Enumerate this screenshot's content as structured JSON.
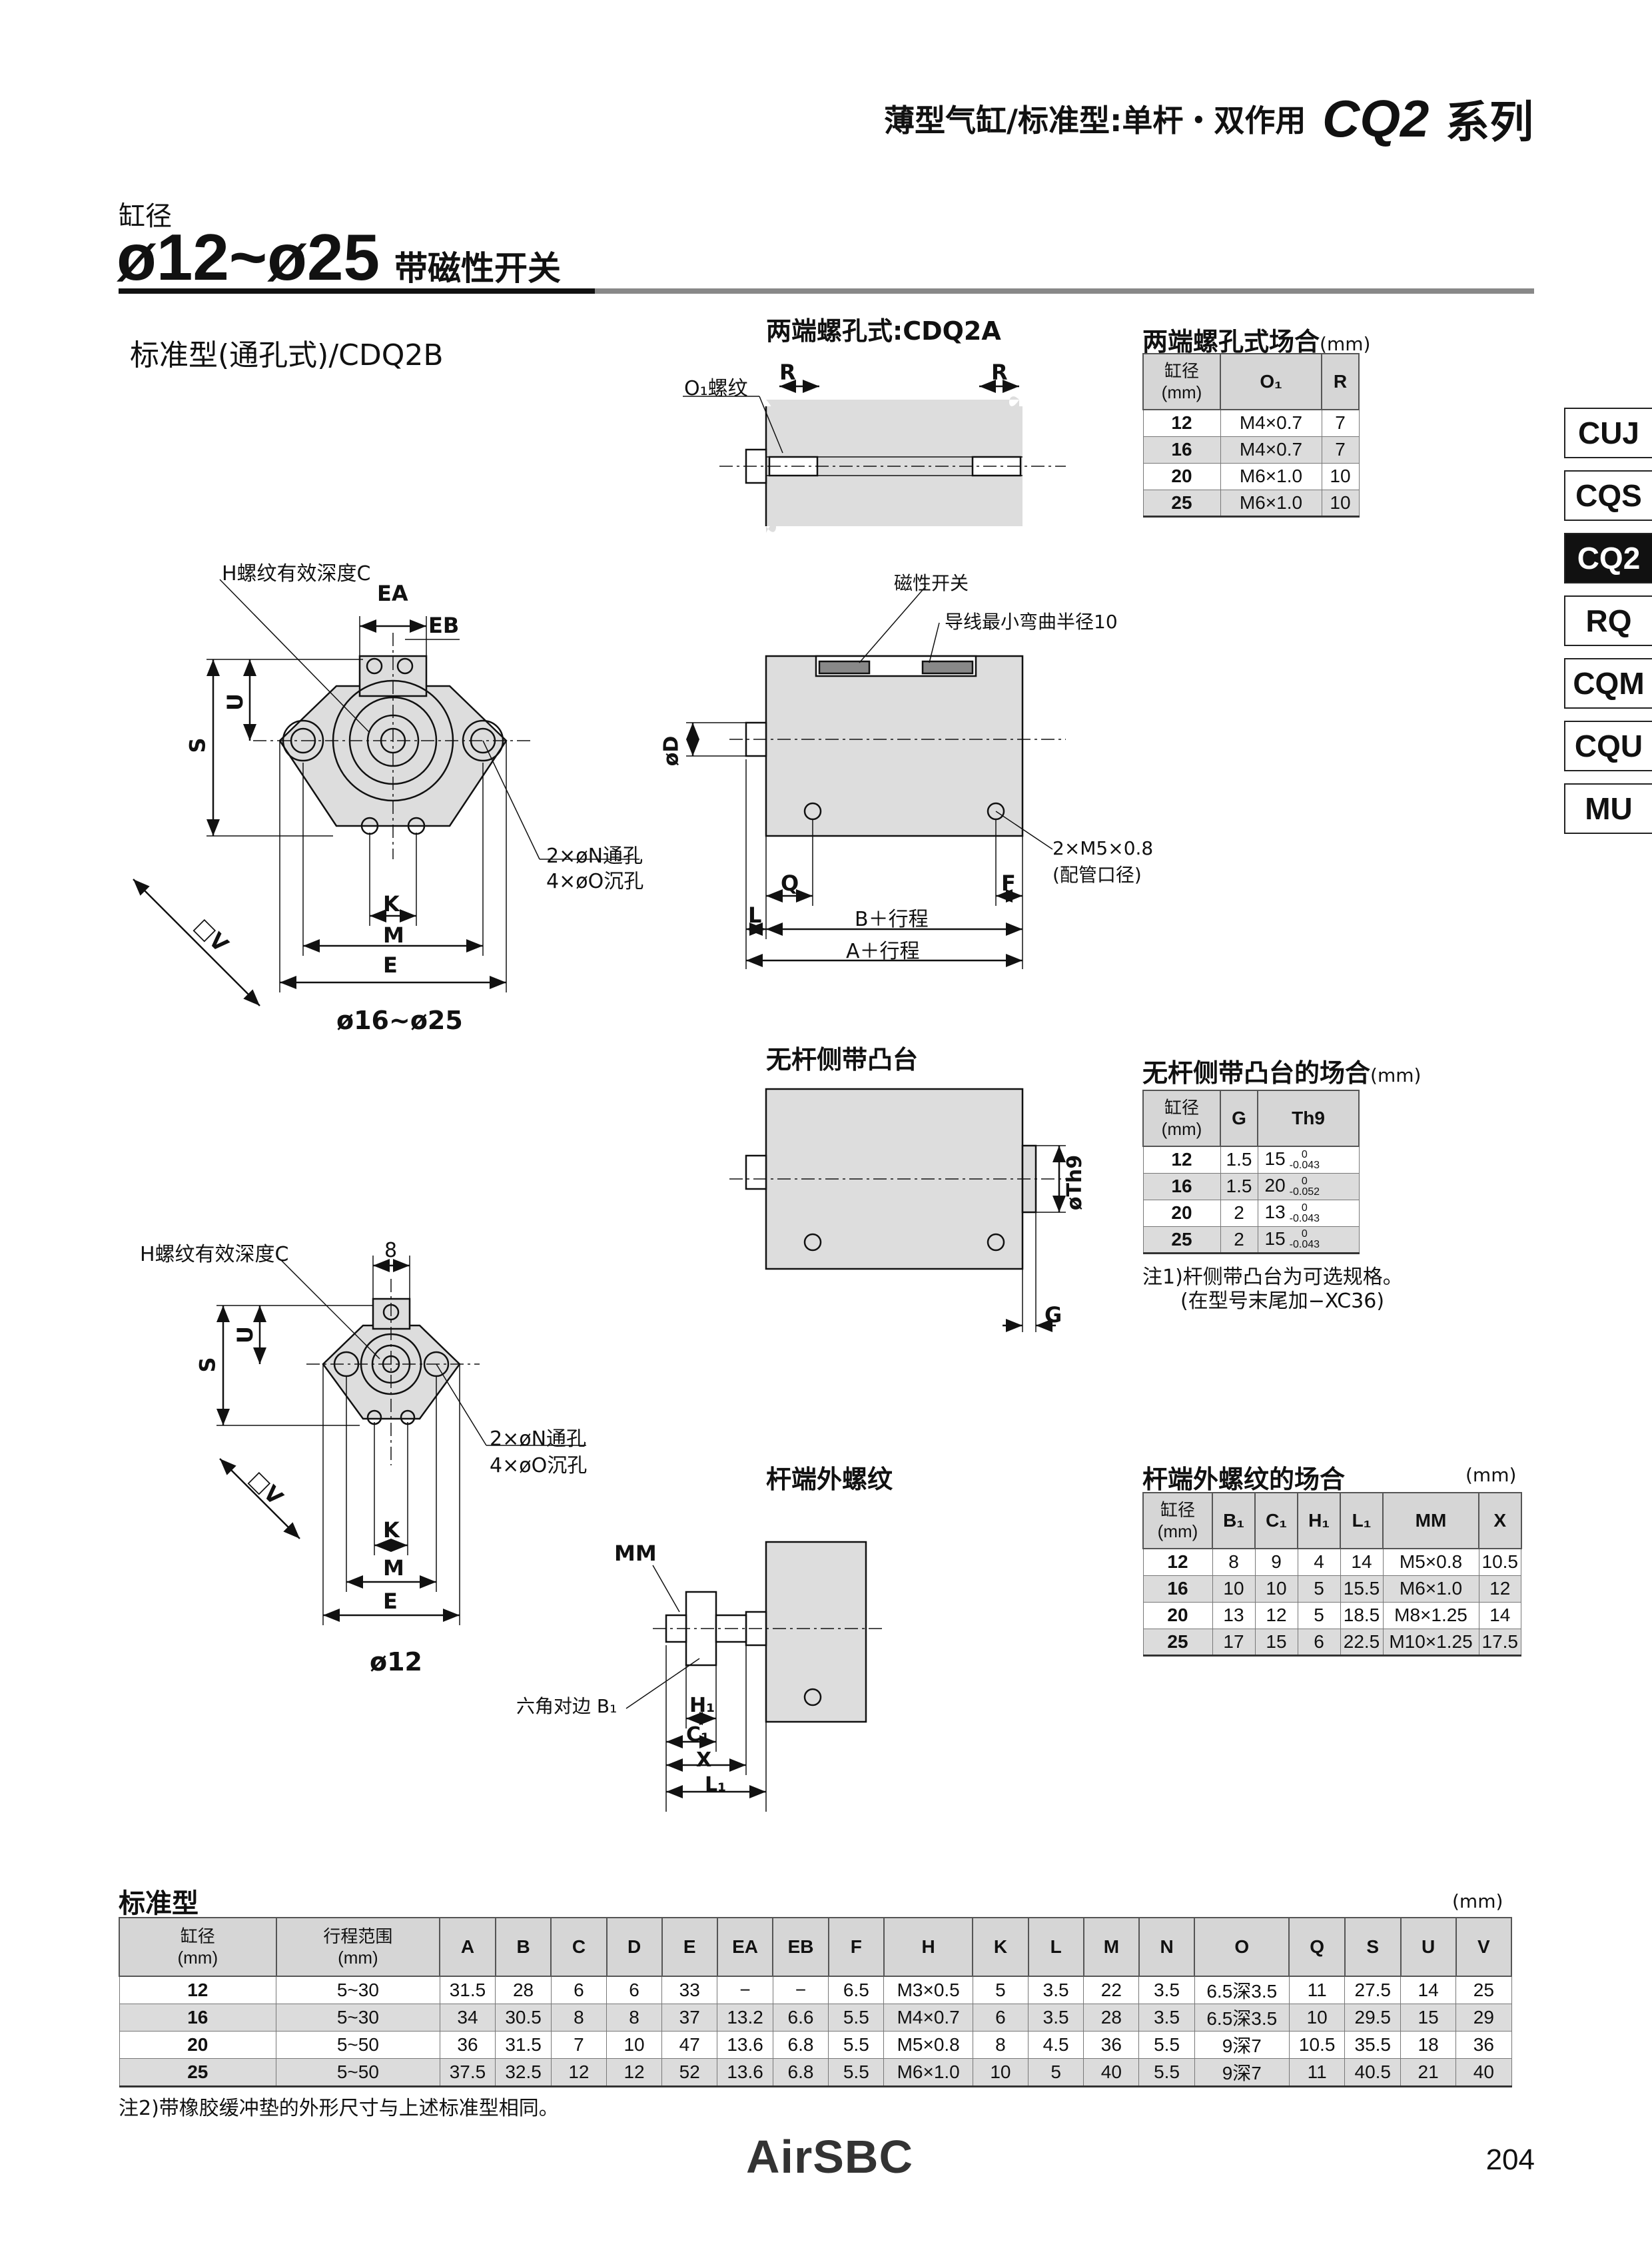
{
  "header": {
    "subtitle": "薄型气缸/标准型:单杆・双作用",
    "model": "CQ2",
    "series": "系列"
  },
  "bore": {
    "label": "缸径",
    "range": "ø12~ø25",
    "suffix": "带磁性开关"
  },
  "side_tabs": [
    {
      "label": "CUJ",
      "active": false
    },
    {
      "label": "CQS",
      "active": false
    },
    {
      "label": "CQ2",
      "active": true
    },
    {
      "label": "RQ",
      "active": false
    },
    {
      "label": "CQM",
      "active": false
    },
    {
      "label": "CQU",
      "active": false
    },
    {
      "label": "MU",
      "active": false
    }
  ],
  "sections": {
    "standard_through": "标准型(通孔式)/CDQ2B",
    "both_tapped": "两端螺孔式:CDQ2A",
    "boss_title": "无杆侧带凸台",
    "male_thread_title": "杆端外螺纹"
  },
  "drawing_labels": {
    "h_thread_depth": "H螺纹有效深度C",
    "ea": "EA",
    "eb": "EB",
    "u": "U",
    "s": "S",
    "k": "K",
    "m": "M",
    "e": "E",
    "v": "□V",
    "n_through": "2×øN通孔",
    "o_counterbore": "4×øO沉孔",
    "diam_16_25": "ø16~ø25",
    "diam_12": "ø12",
    "eight": "8",
    "o1_thread": "O₁螺纹",
    "r": "R",
    "mag_switch": "磁性开关",
    "lead_bend": "导线最小弯曲半径10",
    "od": "øD",
    "port": "2×M5×0.8",
    "port_note": "(配管口径)",
    "q": "Q",
    "f": "F",
    "l": "L",
    "b_stroke": "B＋行程",
    "a_stroke": "A＋行程",
    "oth9": "øTh9",
    "g": "G",
    "mm": "MM",
    "hex_b1": "六角对边 B₁",
    "h1": "H₁",
    "c1": "C₁",
    "x": "X",
    "l1": "L₁"
  },
  "table_tapped": {
    "title": "两端螺孔式场合",
    "unit": "(mm)",
    "headers": [
      "缸径\n(mm)",
      "O₁",
      "R"
    ],
    "rows": [
      [
        "12",
        "M4×0.7",
        "7"
      ],
      [
        "16",
        "M4×0.7",
        "7"
      ],
      [
        "20",
        "M6×1.0",
        "10"
      ],
      [
        "25",
        "M6×1.0",
        "10"
      ]
    ]
  },
  "table_boss": {
    "title": "无杆侧带凸台的场合",
    "unit": "(mm)",
    "headers": [
      "缸径\n(mm)",
      "G",
      "Th9"
    ],
    "rows": [
      {
        "bore": "12",
        "g": "1.5",
        "th9": "15",
        "tol_up": "0",
        "tol_dn": "-0.043"
      },
      {
        "bore": "16",
        "g": "1.5",
        "th9": "20",
        "tol_up": "0",
        "tol_dn": "-0.052"
      },
      {
        "bore": "20",
        "g": "2",
        "th9": "13",
        "tol_up": "0",
        "tol_dn": "-0.043"
      },
      {
        "bore": "25",
        "g": "2",
        "th9": "15",
        "tol_up": "0",
        "tol_dn": "-0.043"
      }
    ],
    "note1": "注1)杆侧带凸台为可选规格。",
    "note2": "(在型号末尾加−XC36)"
  },
  "table_male": {
    "title": "杆端外螺纹的场合",
    "unit": "(mm)",
    "headers": [
      "缸径\n(mm)",
      "B₁",
      "C₁",
      "H₁",
      "L₁",
      "MM",
      "X"
    ],
    "rows": [
      [
        "12",
        "8",
        "9",
        "4",
        "14",
        "M5×0.8",
        "10.5"
      ],
      [
        "16",
        "10",
        "10",
        "5",
        "15.5",
        "M6×1.0",
        "12"
      ],
      [
        "20",
        "13",
        "12",
        "5",
        "18.5",
        "M8×1.25",
        "14"
      ],
      [
        "25",
        "17",
        "15",
        "6",
        "22.5",
        "M10×1.25",
        "17.5"
      ]
    ]
  },
  "table_standard": {
    "title": "标准型",
    "unit": "(mm)",
    "headers": [
      "缸径\n(mm)",
      "行程范围\n(mm)",
      "A",
      "B",
      "C",
      "D",
      "E",
      "EA",
      "EB",
      "F",
      "H",
      "K",
      "L",
      "M",
      "N",
      "O",
      "Q",
      "S",
      "U",
      "V"
    ],
    "rows": [
      [
        "12",
        "5~30",
        "31.5",
        "28",
        "6",
        "6",
        "33",
        "−",
        "−",
        "6.5",
        "M3×0.5",
        "5",
        "3.5",
        "22",
        "3.5",
        "6.5深3.5",
        "11",
        "27.5",
        "14",
        "25"
      ],
      [
        "16",
        "5~30",
        "34",
        "30.5",
        "8",
        "8",
        "37",
        "13.2",
        "6.6",
        "5.5",
        "M4×0.7",
        "6",
        "3.5",
        "28",
        "3.5",
        "6.5深3.5",
        "10",
        "29.5",
        "15",
        "29"
      ],
      [
        "20",
        "5~50",
        "36",
        "31.5",
        "7",
        "10",
        "47",
        "13.6",
        "6.8",
        "5.5",
        "M5×0.8",
        "8",
        "4.5",
        "36",
        "5.5",
        "9深7",
        "10.5",
        "35.5",
        "18",
        "36"
      ],
      [
        "25",
        "5~50",
        "37.5",
        "32.5",
        "12",
        "12",
        "52",
        "13.6",
        "6.8",
        "5.5",
        "M6×1.0",
        "10",
        "5",
        "40",
        "5.5",
        "9深7",
        "11",
        "40.5",
        "21",
        "40"
      ]
    ],
    "note": "注2)带橡胶缓冲垫的外形尺寸与上述标准型相同。"
  },
  "footer": {
    "logo": "AirSBC",
    "page": "204"
  }
}
